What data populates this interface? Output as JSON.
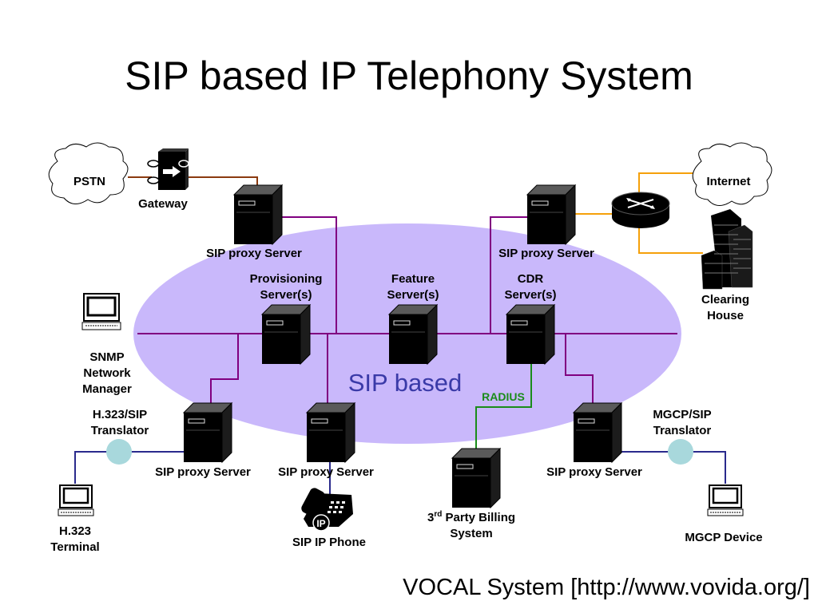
{
  "title": "SIP based IP Telephony System",
  "center_label": "SIP based",
  "radius_label": "RADIUS",
  "footer": "VOCAL System [http://www.vovida.org/]",
  "colors": {
    "ellipse": "#c9b8fb",
    "sip_bus": "#800080",
    "pstn_link": "#8b3a0f",
    "internet_link": "#f5a00a",
    "radius_link": "#1a8c1a",
    "translator_link": "#2a2a8c",
    "translator_node": "#a8d8dc"
  },
  "labels": {
    "pstn": "PSTN",
    "internet": "Internet",
    "gateway": "Gateway",
    "sip_proxy_top_left": "SIP proxy Server",
    "sip_proxy_top_right": "SIP proxy Server",
    "provisioning_1": "Provisioning",
    "provisioning_2": "Server(s)",
    "feature_1": "Feature",
    "feature_2": "Server(s)",
    "cdr_1": "CDR",
    "cdr_2": "Server(s)",
    "clearing_1": "Clearing",
    "clearing_2": "House",
    "snmp_1": "SNMP",
    "snmp_2": "Network",
    "snmp_3": "Manager",
    "h323_translator_1": "H.323/SIP",
    "h323_translator_2": "Translator",
    "mgcp_translator_1": "MGCP/SIP",
    "mgcp_translator_2": "Translator",
    "sip_proxy_bottom_left": "SIP proxy Server",
    "sip_proxy_bottom_mid": "SIP proxy Server",
    "sip_proxy_bottom_right": "SIP proxy Server",
    "billing_num": "3",
    "billing_sup": "rd",
    "billing_rest": " Party Billing",
    "billing_2": "System",
    "h323_terminal_1": "H.323",
    "h323_terminal_2": "Terminal",
    "sip_phone": "SIP IP Phone",
    "phone_badge": "IP",
    "mgcp_device": "MGCP Device"
  },
  "icons": [
    "server-icon",
    "gateway-icon",
    "router-icon",
    "building-icon",
    "computer-icon",
    "phone-icon",
    "cloud-icon",
    "translator-node-icon"
  ]
}
